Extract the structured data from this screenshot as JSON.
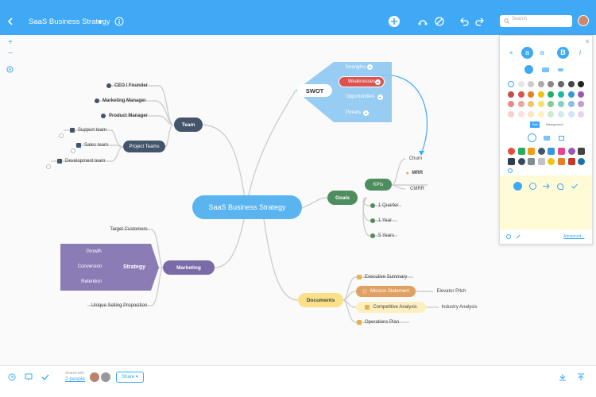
{
  "toolbar": {
    "title": "SaaS Business Strategy",
    "search_placeholder": "Search"
  },
  "map": {
    "central": "SaaS Business Strategy",
    "team": {
      "label": "Team",
      "children": [
        "CEO / Founder",
        "Marketing Manager",
        "Product Manager"
      ],
      "project_teams": "Project Teams",
      "sub": [
        "Support team",
        "Sales team",
        "Development team"
      ]
    },
    "swot": {
      "label": "SWOT",
      "items": [
        "Strengths",
        "Weaknesses",
        "Opportunities",
        "Threats"
      ]
    },
    "goals": {
      "label": "Goals",
      "kpis": "KPIs",
      "kpi_items": [
        "Churn",
        "MRR",
        "CMRR"
      ],
      "horizons": [
        "1 Quarter",
        "1 Year",
        "5 Years"
      ]
    },
    "marketing": {
      "label": "Marketing",
      "top": "Target Customers",
      "strategy": "Strategy",
      "strategy_items": [
        "Growth",
        "Conversion",
        "Retention"
      ],
      "bottom": "Unique Selling Proposition"
    },
    "documents": {
      "label": "Documents",
      "items": [
        "Executive Summary",
        "Mission Statement",
        "Competitive Analysis",
        "Operations Plan"
      ],
      "elevator": "Elevator Pitch",
      "industry": "Industry Analysis"
    }
  },
  "panel": {
    "text_labels": [
      "a",
      "a",
      "B",
      "i"
    ],
    "tab_text": "Text",
    "tab_background": "Background",
    "advanced": "Advanced...",
    "swatches": [
      "#ffffff",
      "#e6e6e6",
      "#cccccc",
      "#aaaaaa",
      "#888888",
      "#666666",
      "#444444",
      "#222222",
      "#c0504d",
      "#d9534f",
      "#e67e22",
      "#f1c40f",
      "#27ae60",
      "#1abc9c",
      "#3498db",
      "#9b59b6",
      "#e88a85",
      "#f0a39d",
      "#f5c26b",
      "#f7e06b",
      "#82cc8e",
      "#7fd3c0",
      "#85c1e9",
      "#c39bd3",
      "#f5d0ce",
      "#fbe0de",
      "#fde3c3",
      "#fdf0c0",
      "#cdeacf",
      "#cdeee6",
      "#cfe6f6",
      "#e5d4ec"
    ]
  },
  "footer": {
    "shared_with": "Shared with",
    "people": "2 people",
    "share": "Share"
  },
  "colors": {
    "toolbar": "#3fa9f5",
    "central": "#5ab4f0",
    "team": "#44546a",
    "swot": "#6fb8ec",
    "weaknesses": "#d9534f",
    "goals": "#4e8d5e",
    "marketing": "#7b6aa8",
    "documents": "#fbe08a",
    "mission": "#e0a060"
  }
}
